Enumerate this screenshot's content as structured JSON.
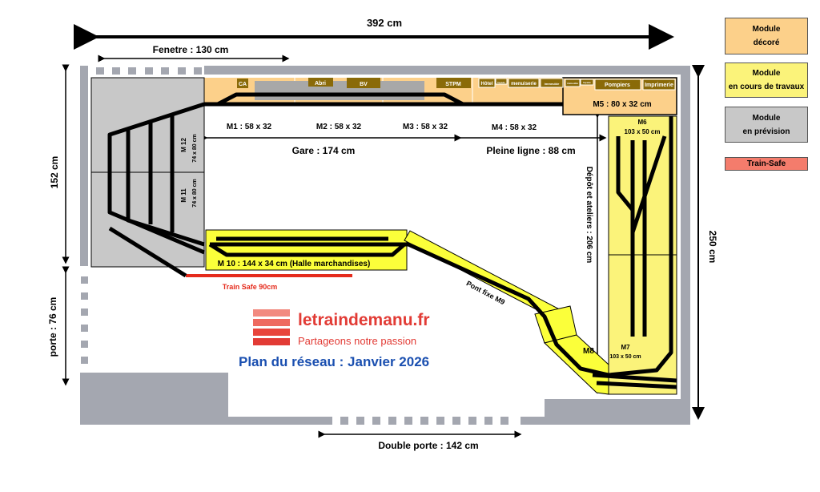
{
  "dimensions": {
    "total_width": "392 cm",
    "window": "Fenetre : 130 cm",
    "left_height": "152 cm",
    "right_height": "250 cm",
    "door": "porte : 76 cm",
    "double_door": "Double porte : 142 cm",
    "station": "Gare : 174 cm",
    "open_line": "Pleine ligne : 88 cm",
    "depot": "Dépôt et ateliers : 206 cm"
  },
  "modules": {
    "m1": "M1 : 58 x 32",
    "m2": "M2 : 58 x 32",
    "m3": "M3 : 58 x 32",
    "m4": "M4 : 58 x 32",
    "m5": "M5 : 80 x 32 cm",
    "m6_name": "M6",
    "m6_size": "103 x 50 cm",
    "m7_name": "M7",
    "m7_size": "103 x 50 cm",
    "m8": "M8",
    "m9": "Pont fixe M9",
    "m10": "M 10 : 144 x 34 cm (Halle marchandises)",
    "m11_name": "M 11",
    "m11_size": "74 x 80 cm",
    "m12_name": "M 12",
    "m12_size": "74 x 80 cm",
    "train_safe": "Train Safe 90cm"
  },
  "buildings": [
    "CA",
    "Abri",
    "BV",
    "STPM",
    "Hôtel",
    "façade",
    "menuiserie",
    "immeuble",
    "immeuble",
    "façade",
    "Pompiers",
    "Imprimerie"
  ],
  "legend": [
    {
      "line1": "Module",
      "line2": "décoré",
      "color": "#fcd08a"
    },
    {
      "line1": "Module",
      "line2": "en cours de travaux",
      "color": "#fbf37a"
    },
    {
      "line1": "Module",
      "line2": "en prévision",
      "color": "#c8c8c8"
    },
    {
      "line1": "Train-Safe",
      "line2": "",
      "color": "#f47c6c"
    }
  ],
  "branding": {
    "site": "letraindemanu.fr",
    "tagline": "Partageons notre passion",
    "plan_title": "Plan du réseau : Janvier 2026"
  },
  "colors": {
    "decorated": "#fcd08a",
    "in_progress": "#fbff3a",
    "planned": "#c8c8c8",
    "wall": "#a4a7b0",
    "train_safe": "#e52b1c",
    "building": "#8a6a08"
  }
}
